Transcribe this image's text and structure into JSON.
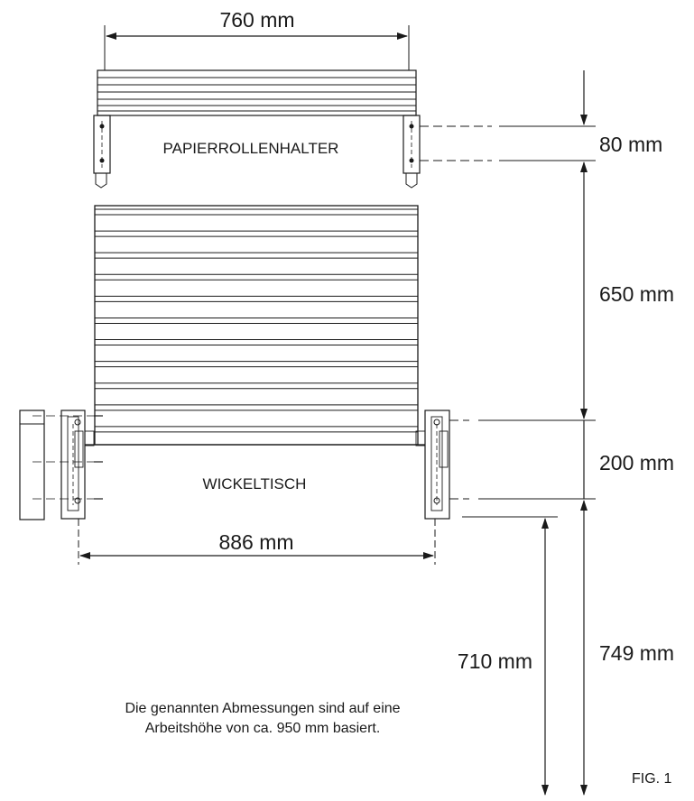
{
  "diagram": {
    "dimensions": {
      "top_width": "760 mm",
      "holder_height": "80 mm",
      "panel_height": "650 mm",
      "table_height": "200 mm",
      "bottom_width": "886 mm",
      "height_inner": "710 mm",
      "height_outer": "749 mm"
    },
    "labels": {
      "paper_holder": "PAPIERROLLENHALTER",
      "changing_table": "WICKELTISCH"
    },
    "note": {
      "line1": "Die genannten Abmessungen sind auf eine",
      "line2": "Arbeitshöhe von ca. 950 mm basiert."
    },
    "figure": "FIG. 1"
  }
}
